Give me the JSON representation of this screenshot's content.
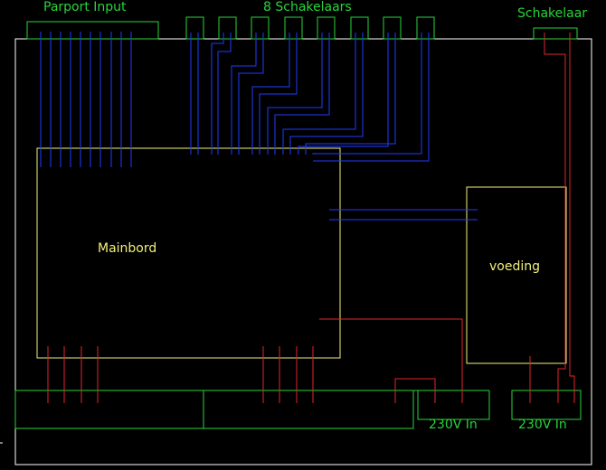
{
  "diagram": {
    "title_parport": "Parport Input",
    "title_switches": "8 Schakelaars",
    "title_switch": "Schakelaar",
    "mainboard": "Mainbord",
    "psu": "voeding",
    "inlet_left": "230V In",
    "inlet_right": "230V In"
  },
  "colors": {
    "background": "#000000",
    "frame": "#ffffff",
    "connector_green": "#27d43a",
    "board_yellow": "#f2f07a",
    "wire_blue": "#1f3bff",
    "wire_red": "#e0262a"
  }
}
